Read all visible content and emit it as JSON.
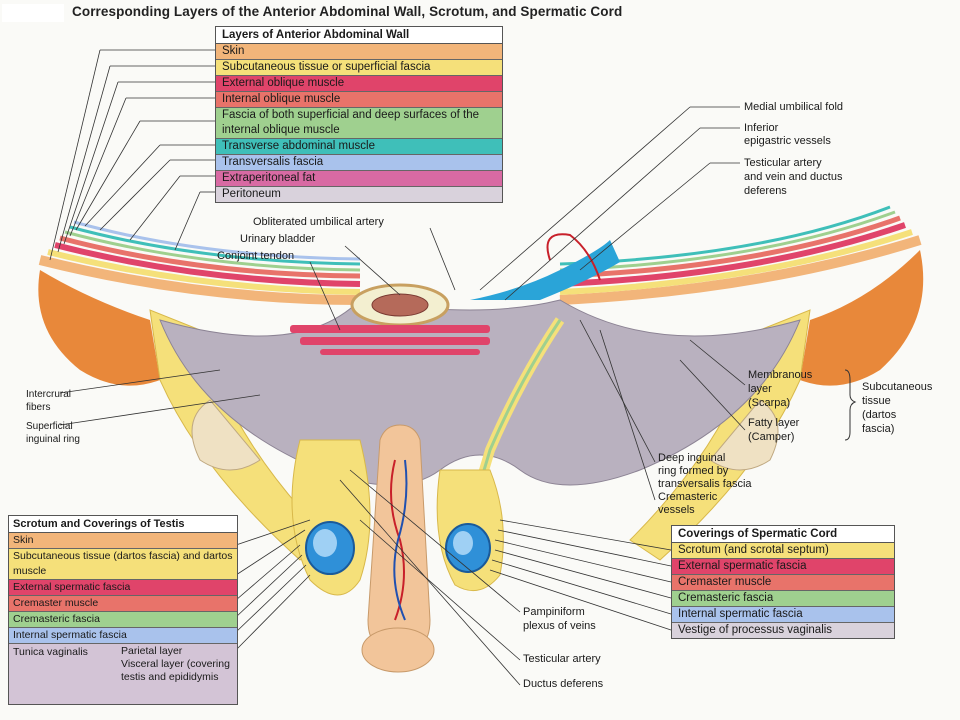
{
  "title": "Corresponding Layers of the Anterior Abdominal Wall, Scrotum, and Spermatic Cord",
  "abdominal_wall": {
    "header": "Layers of Anterior Abdominal Wall",
    "layers": [
      {
        "label": "Skin",
        "color": "#f2b57a"
      },
      {
        "label": "Subcutaneous tissue or superficial fascia",
        "color": "#f5e07a"
      },
      {
        "label": "External oblique muscle",
        "color": "#e0446a"
      },
      {
        "label": "Internal oblique muscle",
        "color": "#e8736a"
      },
      {
        "label": "Fascia of both superficial and deep surfaces of the internal oblique muscle",
        "color": "#9fd08f"
      },
      {
        "label": "Transverse abdominal muscle",
        "color": "#3fbfb9"
      },
      {
        "label": "Transversalis fascia",
        "color": "#a9c2ec"
      },
      {
        "label": "Extraperitoneal fat",
        "color": "#d86aa3"
      },
      {
        "label": "Peritoneum",
        "color": "#d9d2dc"
      }
    ]
  },
  "testis": {
    "header": "Scrotum and Coverings of Testis",
    "layers": [
      {
        "label": "Skin",
        "color": "#f2b57a"
      },
      {
        "label": "Subcutaneous tissue (dartos fascia) and dartos muscle",
        "color": "#f5e07a"
      },
      {
        "label": "External spermatic fascia",
        "color": "#e0446a"
      },
      {
        "label": "Cremaster muscle",
        "color": "#e8736a"
      },
      {
        "label": "Cremasteric fascia",
        "color": "#9fd08f"
      },
      {
        "label": "Internal spermatic fascia",
        "color": "#a9c2ec"
      }
    ],
    "tunica": {
      "label": "Tunica vaginalis",
      "parietal": "Parietal layer",
      "visceral": "Visceral layer (covering testis and epididymis",
      "color": "#d3c4d6"
    }
  },
  "cord": {
    "header": "Coverings of Spermatic Cord",
    "layers": [
      {
        "label": "Scrotum (and scrotal septum)",
        "color": "#f5e07a"
      },
      {
        "label": "External spermatic fascia",
        "color": "#e0446a"
      },
      {
        "label": "Cremaster muscle",
        "color": "#e8736a"
      },
      {
        "label": "Cremasteric fascia",
        "color": "#9fd08f"
      },
      {
        "label": "Internal spermatic fascia",
        "color": "#a9c2ec"
      },
      {
        "label": "Vestige of processus vaginalis",
        "color": "#d9d2dc"
      }
    ]
  },
  "labels": {
    "medial_umbilical_fold": "Medial umbilical fold",
    "inferior_epigastric_1": "Inferior",
    "inferior_epigastric_2": "epigastric vessels",
    "testicular_artery_1": "Testicular artery",
    "testicular_artery_2": "and vein and ductus",
    "testicular_artery_3": "deferens",
    "obliterated_umbilical_artery": "Obliterated umbilical artery",
    "urinary_bladder": "Urinary bladder",
    "conjoint_tendon": "Conjoint  tendon",
    "intercrural_1": "Intercrural",
    "intercrural_2": "fibers",
    "superficial_ring_1": "Superficial",
    "superficial_ring_2": "inguinal ring",
    "membranous_1": "Membranous",
    "membranous_2": "layer",
    "membranous_3": "(Scarpa)",
    "fatty_1": "Fatty layer",
    "fatty_2": "(Camper)",
    "subcutaneous_1": "Subcutaneous",
    "subcutaneous_2": "tissue",
    "subcutaneous_3": "(dartos",
    "subcutaneous_4": "fascia)",
    "deep_ring_1": "Deep inguinal",
    "deep_ring_2": "ring formed by",
    "deep_ring_3": "transversalis fascia",
    "cremasteric_vessels_1": "Cremasteric",
    "cremasteric_vessels_2": "vessels",
    "pampiniform_1": "Pampiniform",
    "pampiniform_2": "plexus of veins",
    "testicular_artery_lower": "Testicular artery",
    "ductus_deferens": "Ductus deferens"
  }
}
